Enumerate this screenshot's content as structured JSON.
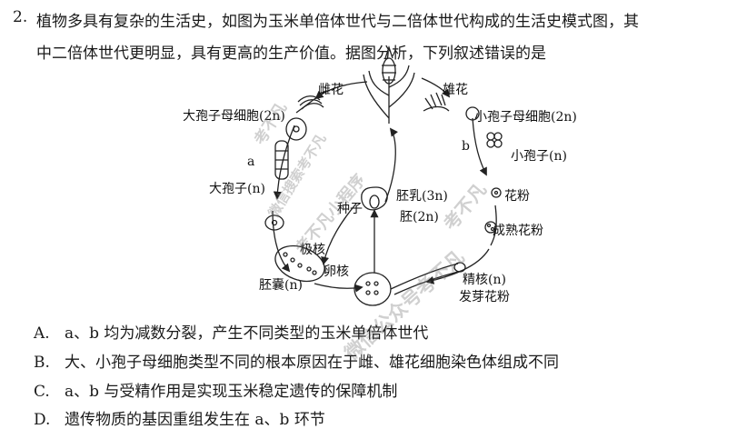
{
  "question": {
    "number": "2.",
    "line1": "植物多具有复杂的生活史，如图为玉米单倍体世代与二倍体世代构成的生活史模式图，其",
    "line2": "中二倍体世代更明显，具有更高的生产价值。据图分析，下列叙述错误的是"
  },
  "diagram": {
    "female_flower": "雌花",
    "male_flower": "雄花",
    "megasporocyte": "大孢子母细胞(2n)",
    "megaspore": "大孢子(n)",
    "label_a": "a",
    "polar_nuclei": "极核",
    "egg_nucleus": "卵核",
    "embryo_sac": "胚囊(n)",
    "microsporocyte": "小孢子母细胞(2n)",
    "label_b": "b",
    "microspore": "小孢子(n)",
    "pollen": "花粉",
    "mature_pollen": "成熟花粉",
    "sperm_nucleus": "精核(n)",
    "germinating_pollen": "发芽花粉",
    "endosperm": "胚乳(3n)",
    "seed": "种子",
    "embryo": "胚(2n)"
  },
  "options": [
    {
      "letter": "A.",
      "text": "a、b 均为减数分裂，产生不同类型的玉米单倍体世代"
    },
    {
      "letter": "B.",
      "text": "大、小孢子母细胞类型不同的根本原因在于雌、雄花细胞染色体组成不同"
    },
    {
      "letter": "C.",
      "text": "a、b 与受精作用是实现玉米稳定遗传的保障机制"
    },
    {
      "letter": "D.",
      "text": "遗传物质的基因重组发生在 a、b 环节"
    }
  ],
  "watermarks": [
    "考不凡",
    "微信搜索考不凡",
    "考不凡小程序",
    "考不凡",
    "微信公众号考不凡"
  ]
}
